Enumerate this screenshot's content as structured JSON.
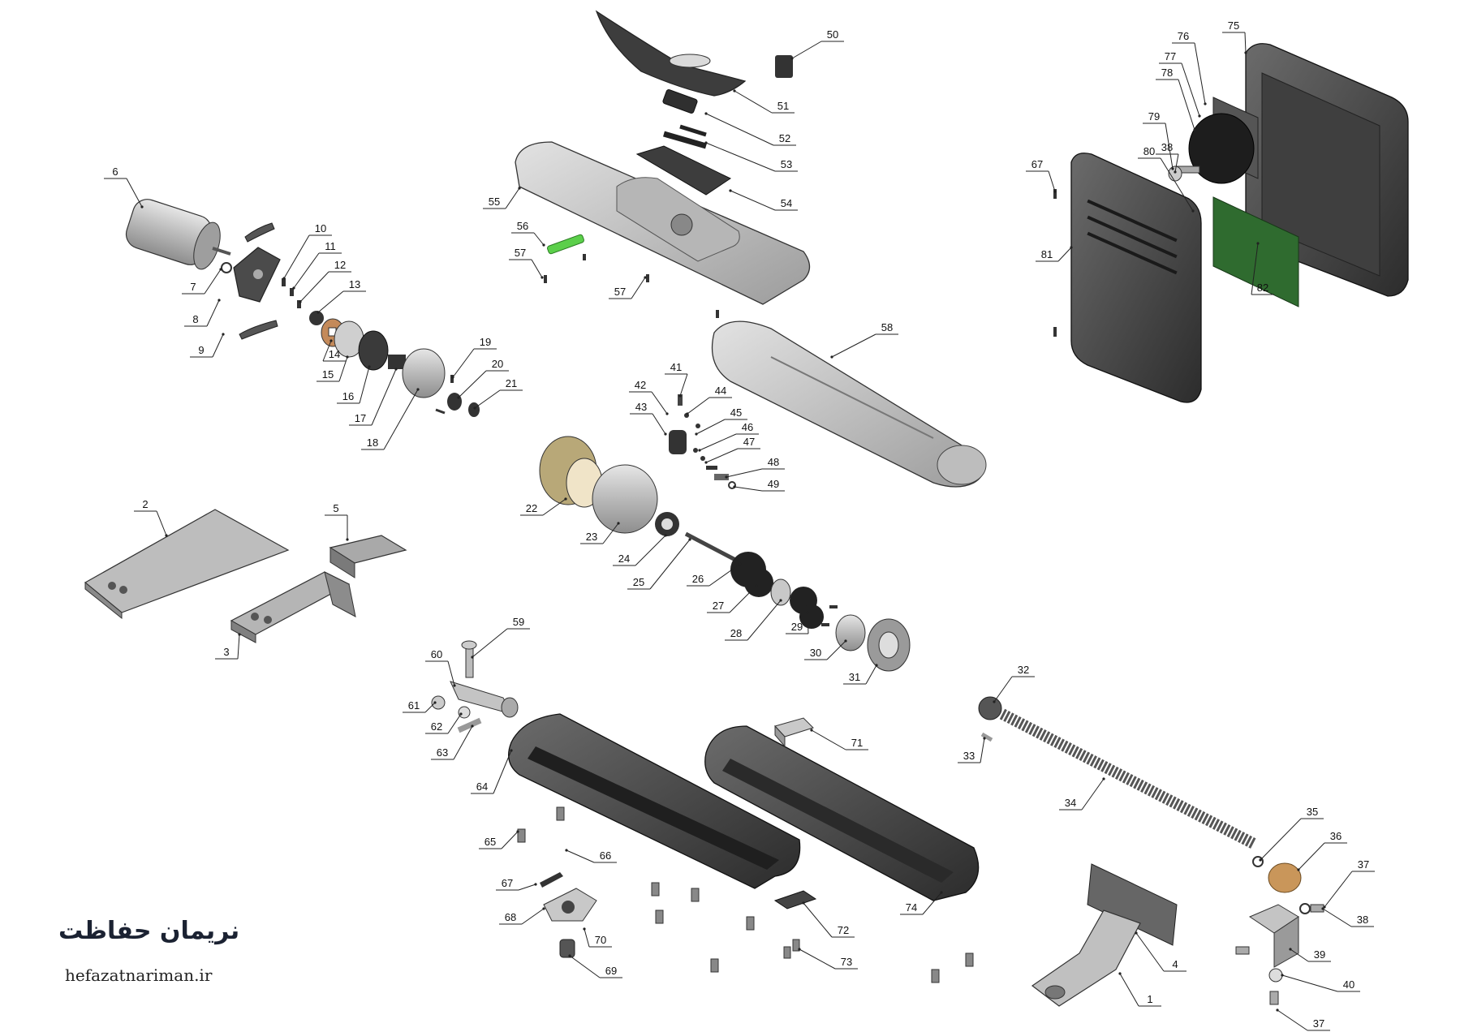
{
  "brand": {
    "name_fa": "نریمان حفاظت",
    "website": "hefazatnariman.ir"
  },
  "colors": {
    "body": "#c9c9c9",
    "dark": "#3a3a3a",
    "board": "#2f6b2f",
    "bronze": "#c9965a",
    "accent": "#5bcf4a"
  },
  "callouts": [
    {
      "n": "1"
    },
    {
      "n": "2"
    },
    {
      "n": "3"
    },
    {
      "n": "4"
    },
    {
      "n": "5"
    },
    {
      "n": "6"
    },
    {
      "n": "7"
    },
    {
      "n": "8"
    },
    {
      "n": "9"
    },
    {
      "n": "10"
    },
    {
      "n": "11"
    },
    {
      "n": "12"
    },
    {
      "n": "13"
    },
    {
      "n": "14"
    },
    {
      "n": "15"
    },
    {
      "n": "16"
    },
    {
      "n": "17"
    },
    {
      "n": "18"
    },
    {
      "n": "19"
    },
    {
      "n": "20"
    },
    {
      "n": "21"
    },
    {
      "n": "22"
    },
    {
      "n": "23"
    },
    {
      "n": "24"
    },
    {
      "n": "25"
    },
    {
      "n": "26"
    },
    {
      "n": "27"
    },
    {
      "n": "28"
    },
    {
      "n": "29"
    },
    {
      "n": "30"
    },
    {
      "n": "31"
    },
    {
      "n": "32"
    },
    {
      "n": "33"
    },
    {
      "n": "34"
    },
    {
      "n": "35"
    },
    {
      "n": "36"
    },
    {
      "n": "37"
    },
    {
      "n": "37"
    },
    {
      "n": "38"
    },
    {
      "n": "38"
    },
    {
      "n": "39"
    },
    {
      "n": "40"
    },
    {
      "n": "41"
    },
    {
      "n": "42"
    },
    {
      "n": "43"
    },
    {
      "n": "44"
    },
    {
      "n": "45"
    },
    {
      "n": "46"
    },
    {
      "n": "47"
    },
    {
      "n": "48"
    },
    {
      "n": "49"
    },
    {
      "n": "50"
    },
    {
      "n": "51"
    },
    {
      "n": "52"
    },
    {
      "n": "53"
    },
    {
      "n": "54"
    },
    {
      "n": "55"
    },
    {
      "n": "56"
    },
    {
      "n": "57"
    },
    {
      "n": "57"
    },
    {
      "n": "58"
    },
    {
      "n": "59"
    },
    {
      "n": "60"
    },
    {
      "n": "61"
    },
    {
      "n": "62"
    },
    {
      "n": "63"
    },
    {
      "n": "64"
    },
    {
      "n": "65"
    },
    {
      "n": "66"
    },
    {
      "n": "67"
    },
    {
      "n": "67"
    },
    {
      "n": "68"
    },
    {
      "n": "69"
    },
    {
      "n": "70"
    },
    {
      "n": "71"
    },
    {
      "n": "72"
    },
    {
      "n": "73"
    },
    {
      "n": "74"
    },
    {
      "n": "75"
    },
    {
      "n": "76"
    },
    {
      "n": "77"
    },
    {
      "n": "78"
    },
    {
      "n": "79"
    },
    {
      "n": "80"
    },
    {
      "n": "81"
    },
    {
      "n": "82"
    }
  ]
}
